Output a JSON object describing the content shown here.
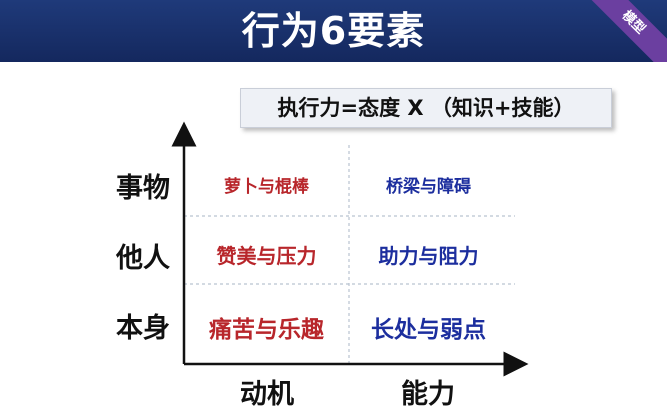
{
  "header": {
    "title": "行为6要素",
    "corner_tag": "模型"
  },
  "formula": "执行力=态度 X （知识+技能）",
  "rows": [
    "事物",
    "他人",
    "本身"
  ],
  "columns": [
    "动机",
    "能力"
  ],
  "cells": [
    [
      "萝卜与棍棒",
      "桥梁与障碍"
    ],
    [
      "赞美与压力",
      "助力与阻力"
    ],
    [
      "痛苦与乐趣",
      "长处与弱点"
    ]
  ],
  "colors": {
    "header_bg": "#1a3270",
    "ribbon": "#6b3fa0",
    "motivation_text": "#b8262b",
    "ability_text": "#1c2e9e"
  }
}
